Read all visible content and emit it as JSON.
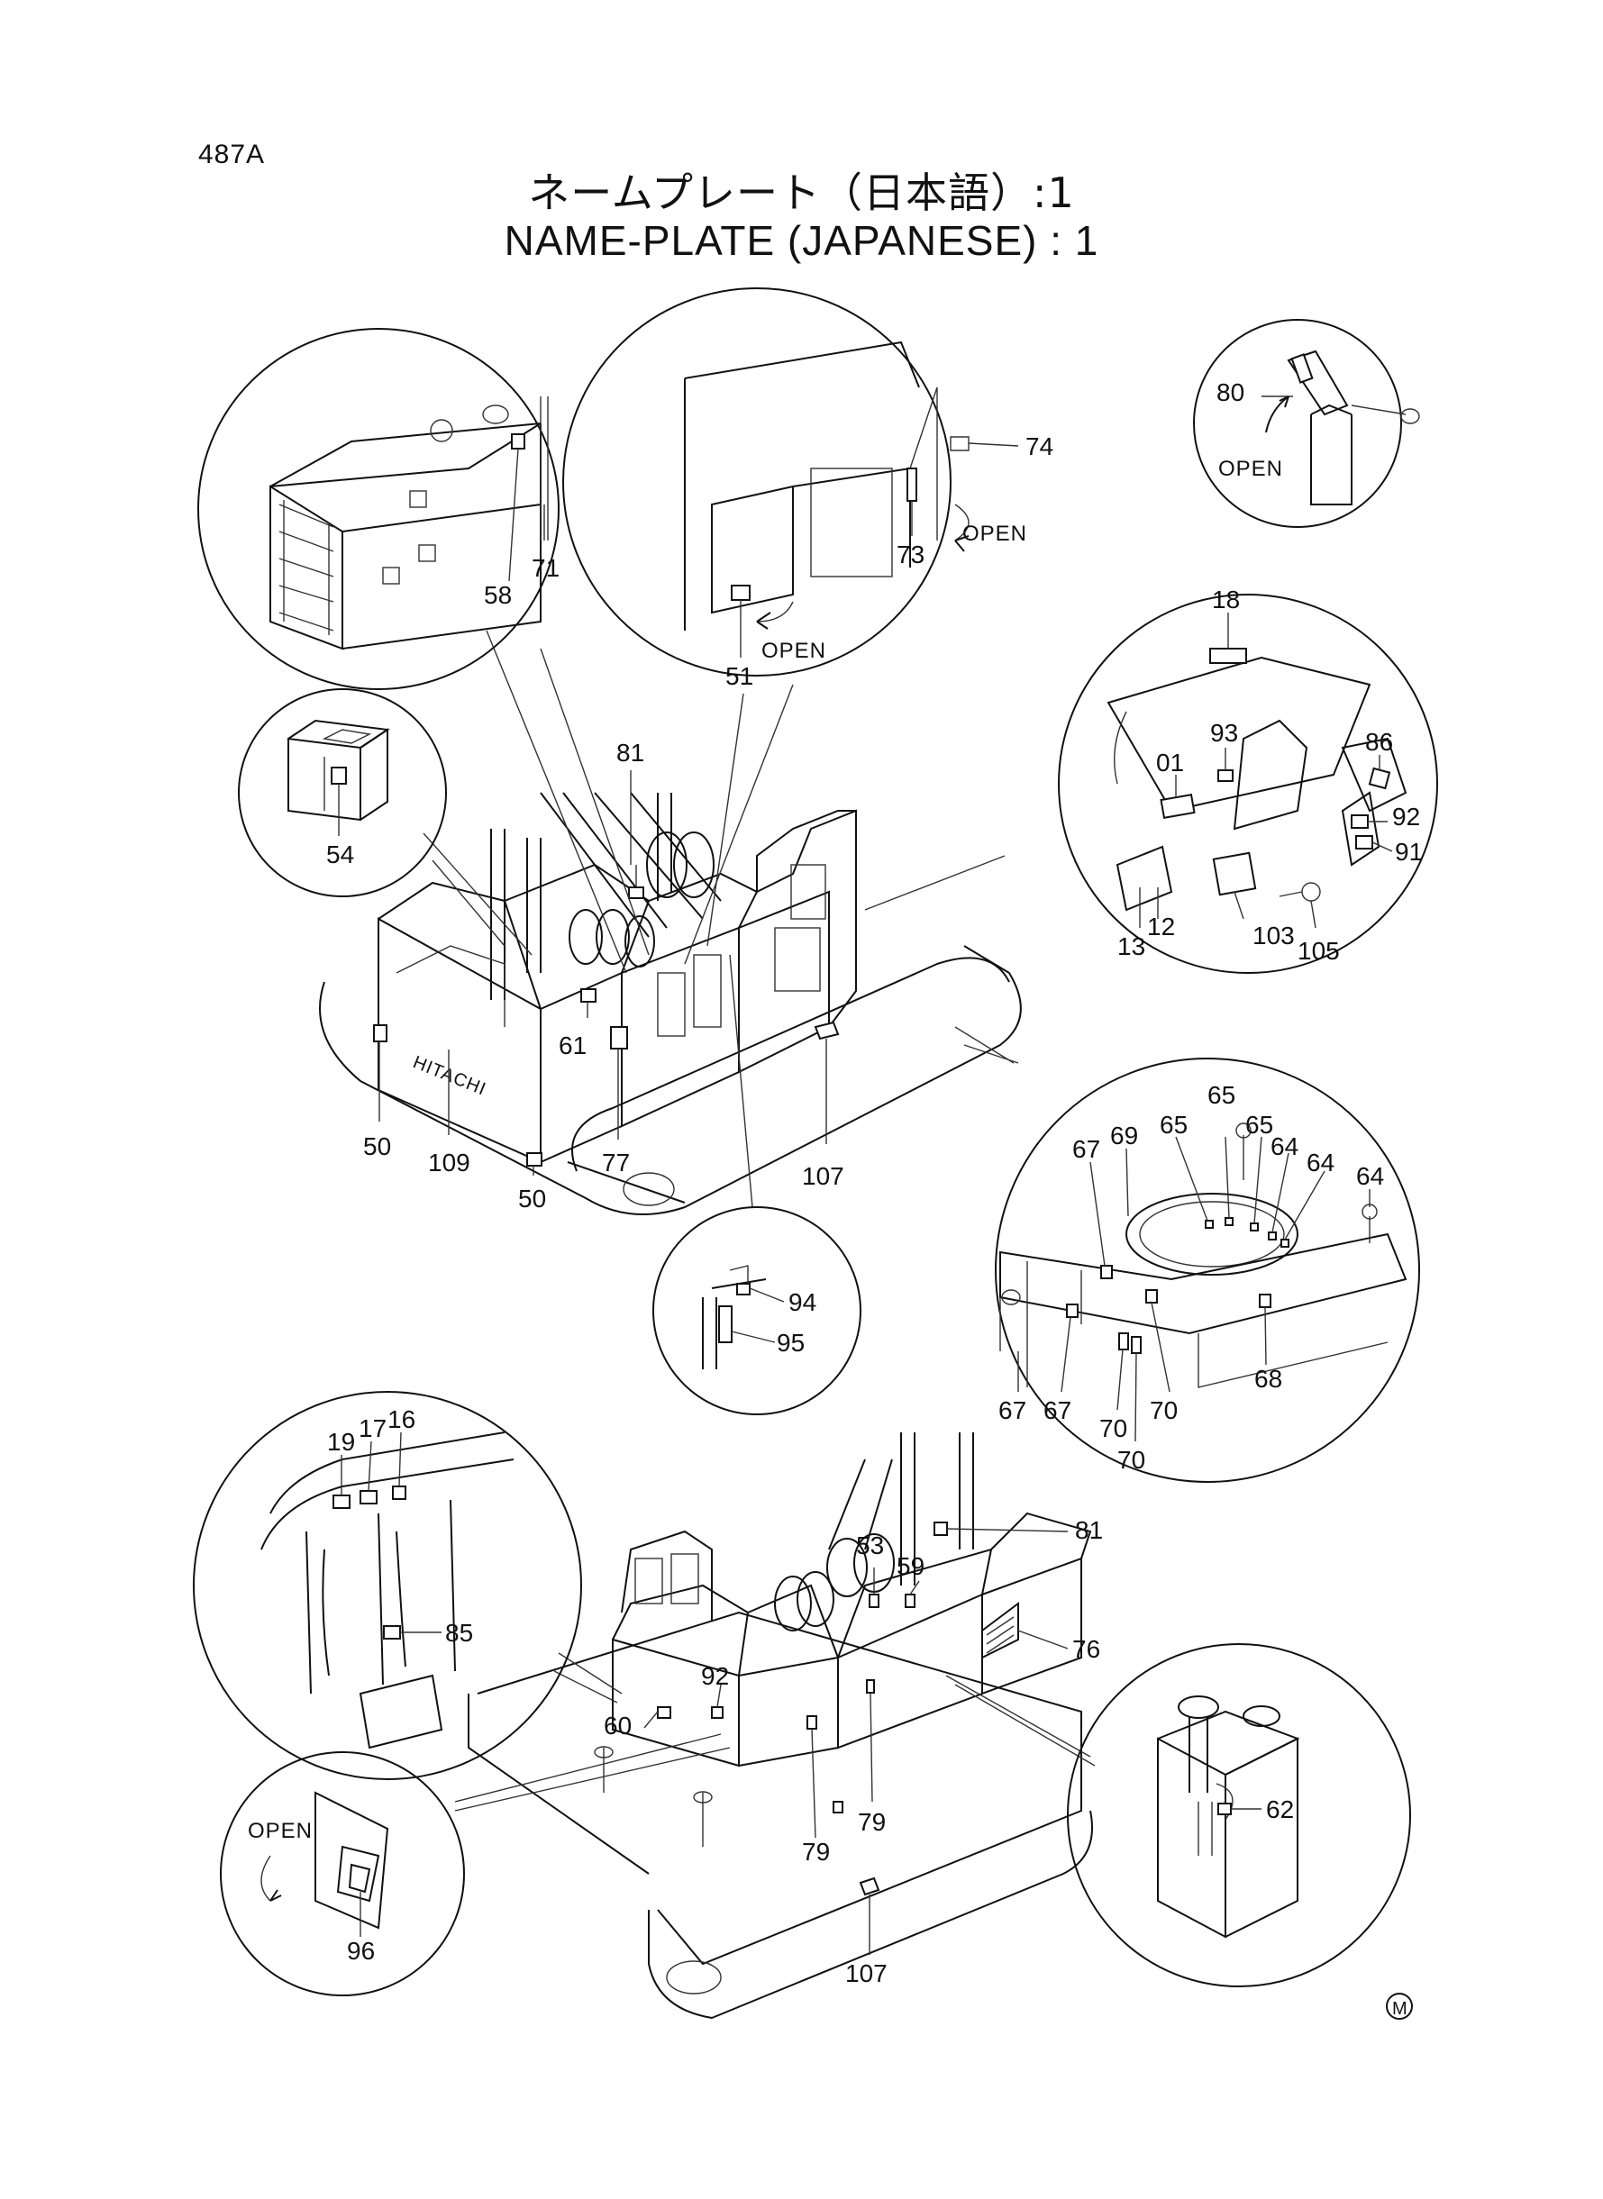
{
  "header": {
    "page_code": "487A",
    "title_jp": "ネームプレート（日本語）:1",
    "title_en": "NAME-PLATE (JAPANESE) : 1"
  },
  "open_label": "OPEN",
  "brand_label": "HITACHI",
  "footer_mark": "M",
  "callouts": {
    "c01": "01",
    "c12": "12",
    "c13": "13",
    "c16": "16",
    "c17": "17",
    "c18": "18",
    "c19": "19",
    "c50a": "50",
    "c50b": "50",
    "c51": "51",
    "c53": "53",
    "c54": "54",
    "c58": "58",
    "c59": "59",
    "c60": "60",
    "c61": "61",
    "c62": "62",
    "c64a": "64",
    "c64b": "64",
    "c64c": "64",
    "c65a": "65",
    "c65b": "65",
    "c65c": "65",
    "c67a": "67",
    "c67b": "67",
    "c67c": "67",
    "c68": "68",
    "c69": "69",
    "c70a": "70",
    "c70b": "70",
    "c70c": "70",
    "c71": "71",
    "c73": "73",
    "c74": "74",
    "c76": "76",
    "c77": "77",
    "c79a": "79",
    "c79b": "79",
    "c80": "80",
    "c81a": "81",
    "c81b": "81",
    "c85": "85",
    "c86": "86",
    "c91": "91",
    "c92a": "92",
    "c92b": "92",
    "c93": "93",
    "c94": "94",
    "c95": "95",
    "c96": "96",
    "c103": "103",
    "c105": "105",
    "c107a": "107",
    "c107b": "107",
    "c109": "109"
  }
}
